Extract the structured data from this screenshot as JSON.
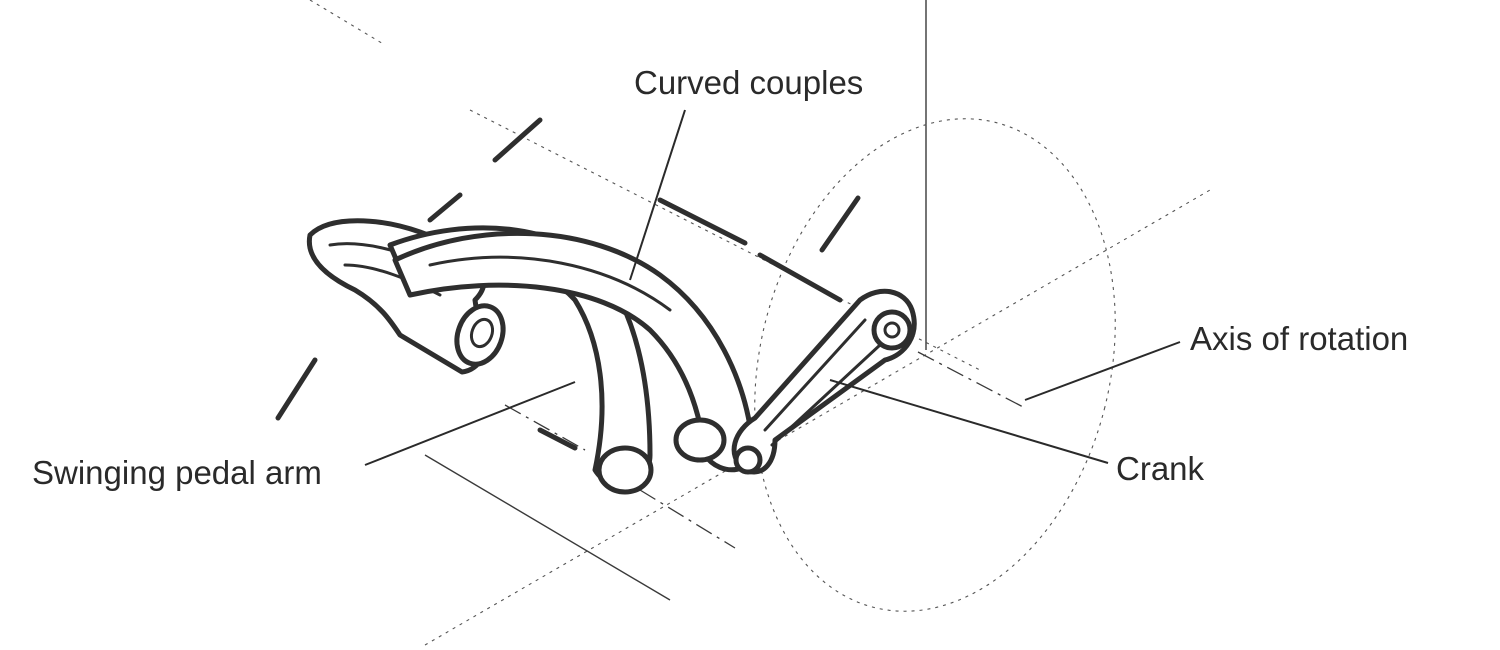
{
  "labels": {
    "curved_couples": "Curved couples",
    "axis_of_rotation": "Axis of rotation",
    "swinging_pedal_arm": "Swinging pedal arm",
    "crank": "Crank"
  }
}
